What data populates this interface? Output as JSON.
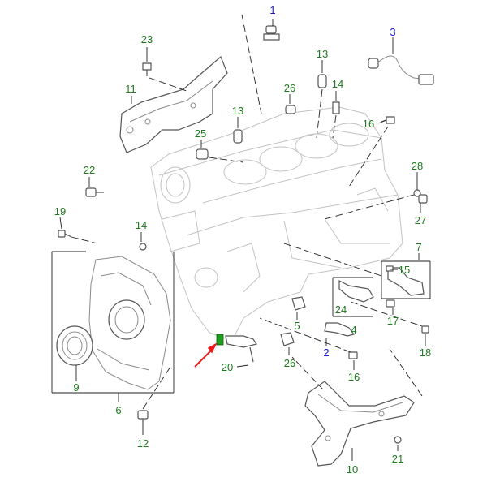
{
  "colors": {
    "label_green": "#1f7a1f",
    "label_blue": "#1a1ad6",
    "arrow_red": "#e8191d",
    "highlight_green": "#1e9e1e",
    "line": "#222222",
    "part_outline": "#555555"
  },
  "callouts": [
    {
      "text": "1",
      "color": "blue"
    },
    {
      "text": "23",
      "color": "green"
    },
    {
      "text": "3",
      "color": "blue"
    },
    {
      "text": "11",
      "color": "green"
    },
    {
      "text": "13",
      "color": "green"
    },
    {
      "text": "26",
      "color": "green"
    },
    {
      "text": "14",
      "color": "green"
    },
    {
      "text": "16",
      "color": "green"
    },
    {
      "text": "13",
      "color": "green"
    },
    {
      "text": "25",
      "color": "green"
    },
    {
      "text": "22",
      "color": "green"
    },
    {
      "text": "28",
      "color": "green"
    },
    {
      "text": "19",
      "color": "green"
    },
    {
      "text": "27",
      "color": "green"
    },
    {
      "text": "14",
      "color": "green"
    },
    {
      "text": "7",
      "color": "green"
    },
    {
      "text": "15",
      "color": "green"
    },
    {
      "text": "24",
      "color": "green"
    },
    {
      "text": "17",
      "color": "green"
    },
    {
      "text": "5",
      "color": "green"
    },
    {
      "text": "4",
      "color": "green"
    },
    {
      "text": "18",
      "color": "green"
    },
    {
      "text": "2",
      "color": "blue"
    },
    {
      "text": "20",
      "color": "green"
    },
    {
      "text": "26",
      "color": "green"
    },
    {
      "text": "16",
      "color": "green"
    },
    {
      "text": "9",
      "color": "green"
    },
    {
      "text": "6",
      "color": "green"
    },
    {
      "text": "12",
      "color": "green"
    },
    {
      "text": "10",
      "color": "green"
    },
    {
      "text": "21",
      "color": "green"
    }
  ]
}
